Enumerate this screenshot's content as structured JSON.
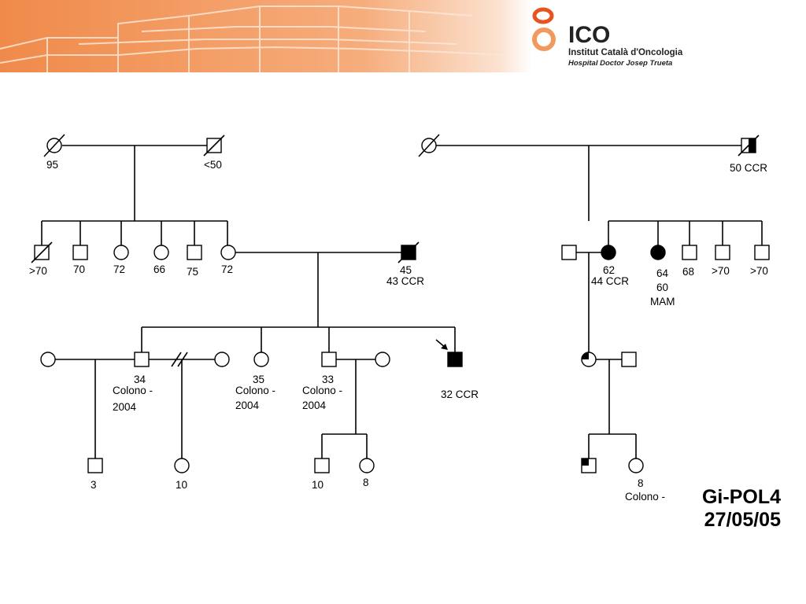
{
  "header": {
    "logo_text": "ICO",
    "institution": "Institut Català d'Oncologia",
    "hospital": "Hospital Doctor Josep Trueta",
    "banner_color": "#f29a5e",
    "logo_accent": "#e8541e"
  },
  "study": {
    "id": "Gi-POL4",
    "date": "27/05/05"
  },
  "labels": {
    "g1_pat_grandmother": "95",
    "g1_pat_grandfather": "<50",
    "g1_mat_grandfather": "50 CCR",
    "g2_uncle_1": ">70",
    "g2_uncle_2": "70",
    "g2_aunt_1": "72",
    "g2_aunt_2": "66",
    "g2_uncle_3": "75",
    "g2_mother": "72",
    "g2_father_age": "45",
    "g2_father_dx": "43 CCR",
    "g2_aunt_3_age": "62",
    "g2_aunt_3_dx": "44 CCR",
    "g2_aunt_4_age": "64",
    "g2_aunt_4_dx1": "60",
    "g2_aunt_4_dx2": "MAM",
    "g2_uncle_4": "68",
    "g2_uncle_5": ">70",
    "g2_uncle_6": ">70",
    "g3_son_1_age": "34",
    "g3_son_1_test": "Colono -",
    "g3_son_1_year": "2004",
    "g3_daughter_age": "35",
    "g3_daughter_test": "Colono -",
    "g3_daughter_year": "2004",
    "g3_son_2_age": "33",
    "g3_son_2_test": "Colono -",
    "g3_son_2_year": "2004",
    "g3_proband_dx": "32 CCR",
    "g4_child_1": "3",
    "g4_child_2": "10",
    "g4_child_3": "10",
    "g4_child_4": "8",
    "g4_cousin_child_age": "8",
    "g4_cousin_child_test": "Colono -"
  }
}
